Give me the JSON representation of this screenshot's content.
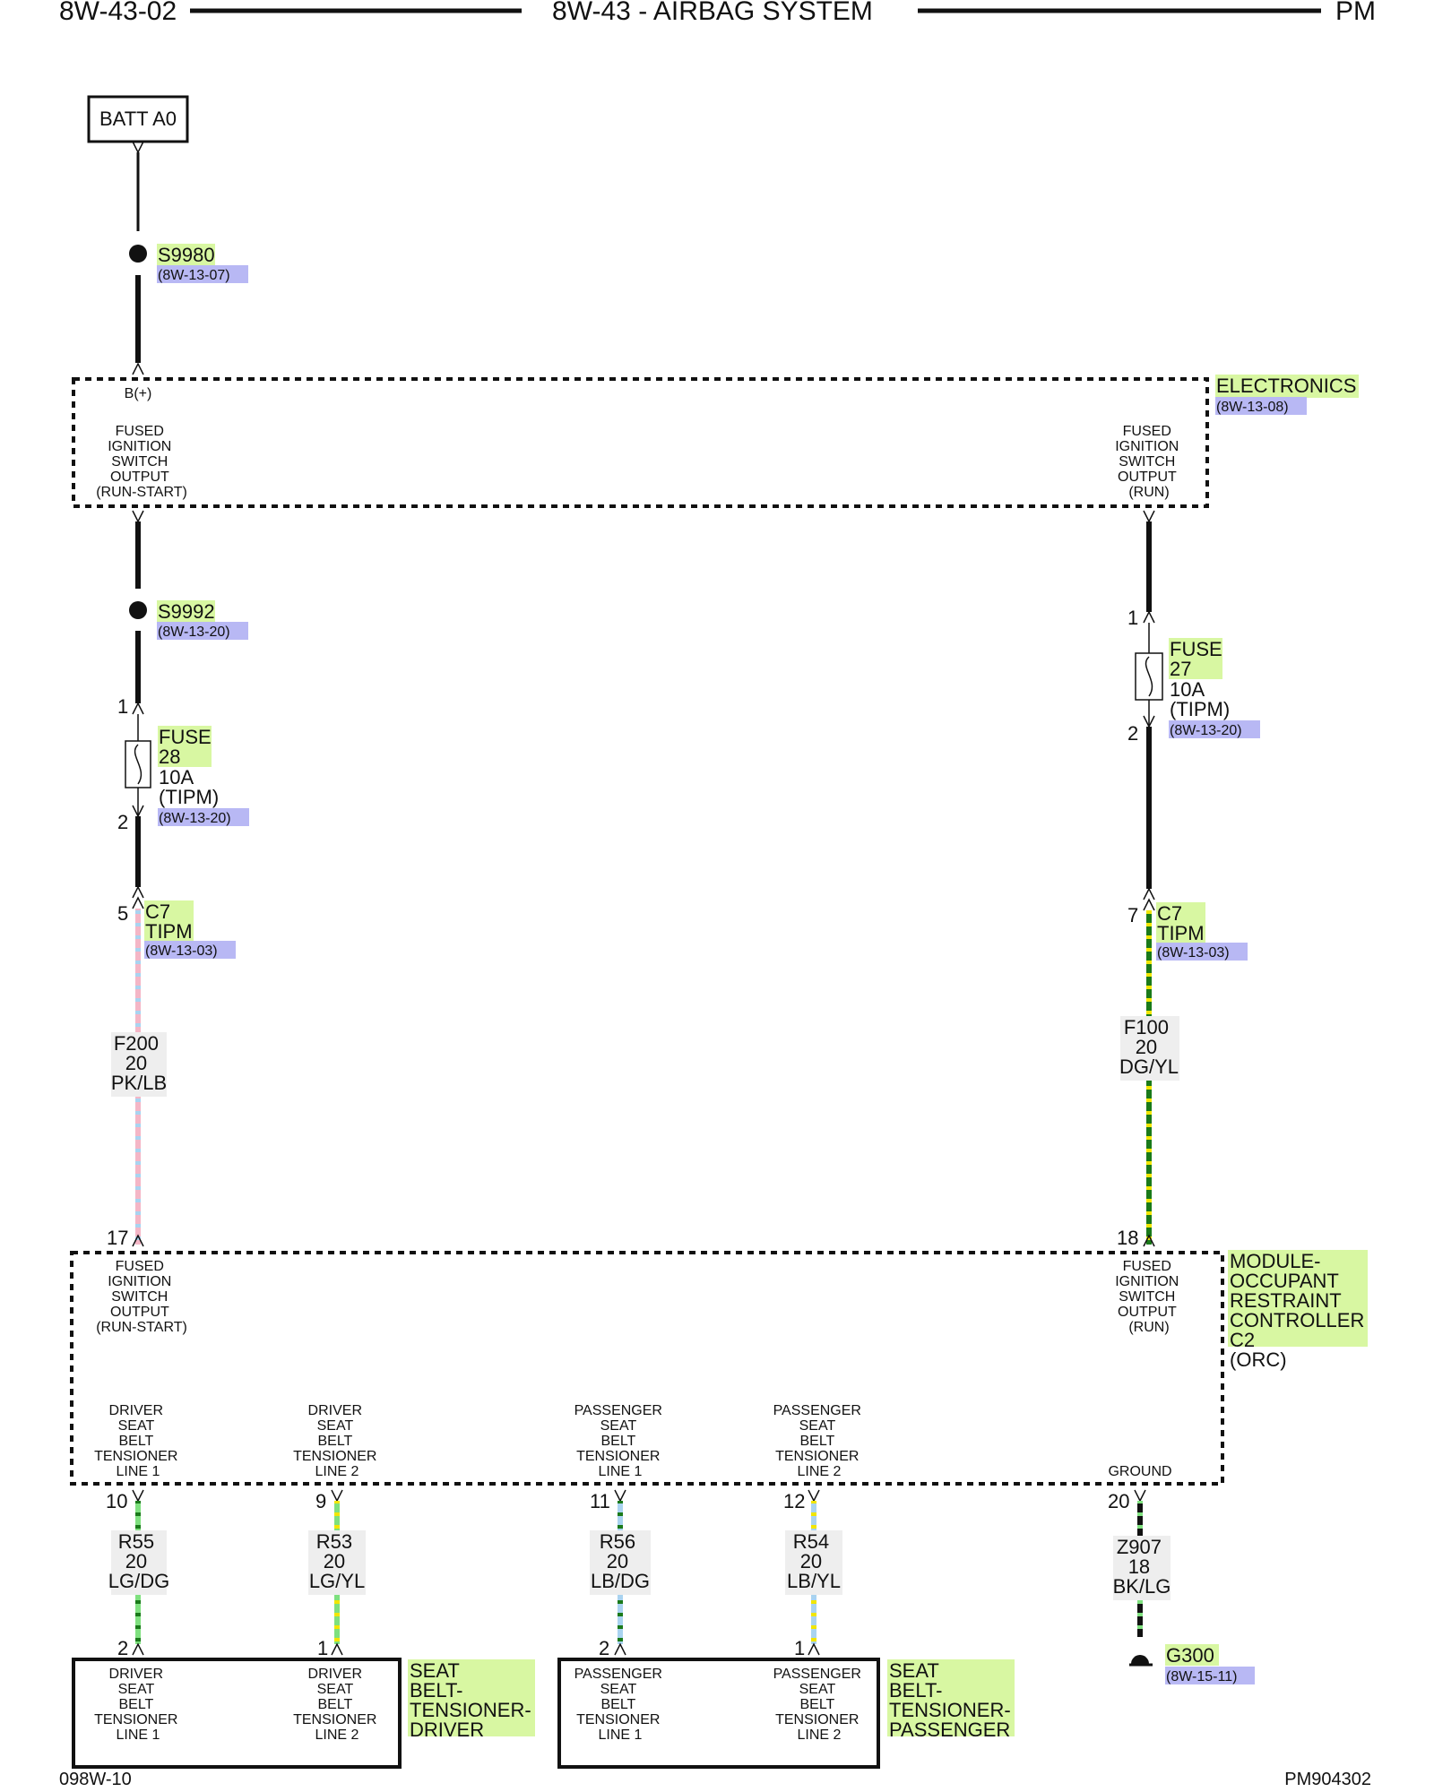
{
  "header": {
    "left": "8W-43-02",
    "title": "8W-43 - AIRBAG SYSTEM",
    "right": "PM"
  },
  "footer": {
    "left": "098W-10",
    "right": "PM904302"
  },
  "source": {
    "label": "BATT A0"
  },
  "splices": [
    {
      "id": "S9980",
      "ref": "(8W-13-07)"
    },
    {
      "id": "S9992",
      "ref": "(8W-13-20)"
    }
  ],
  "electronics": {
    "name": "ELECTRONICS",
    "ref": "(8W-13-08)",
    "b_plus": "B(+)",
    "left_output": [
      "FUSED",
      "IGNITION",
      "SWITCH",
      "OUTPUT",
      "(RUN-START)"
    ],
    "right_output": [
      "FUSED",
      "IGNITION",
      "SWITCH",
      "OUTPUT",
      "(RUN)"
    ]
  },
  "fuses": [
    {
      "name_1": "FUSE",
      "name_2": "28",
      "rating": "10A",
      "location": "(TIPM)",
      "ref": "(8W-13-20)",
      "pin_in": "1",
      "pin_out": "2"
    },
    {
      "name_1": "FUSE",
      "name_2": "27",
      "rating": "10A",
      "location": "(TIPM)",
      "ref": "(8W-13-20)",
      "pin_in": "1",
      "pin_out": "2"
    }
  ],
  "connectors": [
    {
      "pin": "5",
      "name": "C7",
      "module": "TIPM",
      "ref": "(8W-13-03)"
    },
    {
      "pin": "7",
      "name": "C7",
      "module": "TIPM",
      "ref": "(8W-13-03)"
    }
  ],
  "wires": [
    {
      "circuit": "F200",
      "gauge": "20",
      "color": "PK/LB",
      "base": "#f4b6c6",
      "stripe": "#a9d3f0"
    },
    {
      "circuit": "F100",
      "gauge": "20",
      "color": "DG/YL",
      "base": "#1a7a1a",
      "stripe": "#f2e600"
    },
    {
      "circuit": "R55",
      "gauge": "20",
      "color": "LG/DG",
      "base": "#7ee07e",
      "stripe": "#1a7a1a"
    },
    {
      "circuit": "R53",
      "gauge": "20",
      "color": "LG/YL",
      "base": "#7ee07e",
      "stripe": "#f2e600"
    },
    {
      "circuit": "R56",
      "gauge": "20",
      "color": "LB/DG",
      "base": "#a9d3f0",
      "stripe": "#1a7a1a"
    },
    {
      "circuit": "R54",
      "gauge": "20",
      "color": "LB/YL",
      "base": "#a9d3f0",
      "stripe": "#f2e600"
    },
    {
      "circuit": "Z907",
      "gauge": "18",
      "color": "BK/LG",
      "base": "#111111",
      "stripe": "#7ee07e"
    }
  ],
  "orc": {
    "name": [
      "MODULE-",
      "OCCUPANT",
      "RESTRAINT",
      "CONTROLLER",
      "C2"
    ],
    "abbr": "(ORC)",
    "pin_17": "17",
    "pin_18": "18",
    "in_left": [
      "FUSED",
      "IGNITION",
      "SWITCH",
      "OUTPUT",
      "(RUN-START)"
    ],
    "in_right": [
      "FUSED",
      "IGNITION",
      "SWITCH",
      "OUTPUT",
      "(RUN)"
    ],
    "outputs": [
      {
        "pin": "10",
        "lines": [
          "DRIVER",
          "SEAT",
          "BELT",
          "TENSIONER",
          "LINE 1"
        ]
      },
      {
        "pin": "9",
        "lines": [
          "DRIVER",
          "SEAT",
          "BELT",
          "TENSIONER",
          "LINE 2"
        ]
      },
      {
        "pin": "11",
        "lines": [
          "PASSENGER",
          "SEAT",
          "BELT",
          "TENSIONER",
          "LINE 1"
        ]
      },
      {
        "pin": "12",
        "lines": [
          "PASSENGER",
          "SEAT",
          "BELT",
          "TENSIONER",
          "LINE 2"
        ]
      },
      {
        "pin": "20",
        "lines": [
          "GROUND"
        ]
      }
    ]
  },
  "ground": {
    "id": "G300",
    "ref": "(8W-15-11)"
  },
  "tensioners": [
    {
      "name": [
        "SEAT",
        "BELT-",
        "TENSIONER-",
        "DRIVER"
      ],
      "pin_a": "2",
      "pin_b": "1",
      "line_a": [
        "DRIVER",
        "SEAT",
        "BELT",
        "TENSIONER",
        "LINE 1"
      ],
      "line_b": [
        "DRIVER",
        "SEAT",
        "BELT",
        "TENSIONER",
        "LINE 2"
      ]
    },
    {
      "name": [
        "SEAT",
        "BELT-",
        "TENSIONER-",
        "PASSENGER"
      ],
      "pin_a": "2",
      "pin_b": "1",
      "line_a": [
        "PASSENGER",
        "SEAT",
        "BELT",
        "TENSIONER",
        "LINE 1"
      ],
      "line_b": [
        "PASSENGER",
        "SEAT",
        "BELT",
        "TENSIONER",
        "LINE 2"
      ]
    }
  ]
}
